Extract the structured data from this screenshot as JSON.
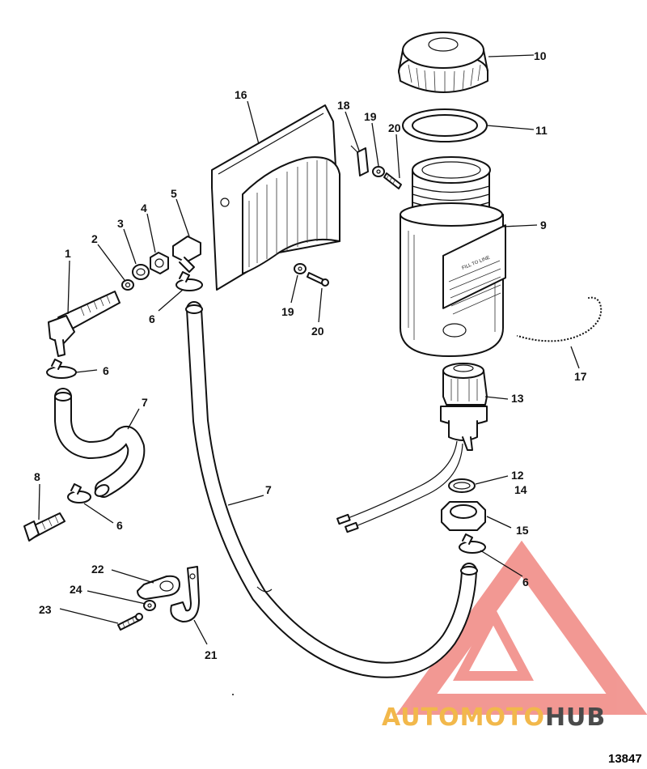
{
  "diagram": {
    "callouts": [
      {
        "id": "c1",
        "text": "1"
      },
      {
        "id": "c2",
        "text": "2"
      },
      {
        "id": "c3",
        "text": "3"
      },
      {
        "id": "c4",
        "text": "4"
      },
      {
        "id": "c5",
        "text": "5"
      },
      {
        "id": "c6a",
        "text": "6"
      },
      {
        "id": "c6b",
        "text": "6"
      },
      {
        "id": "c6c",
        "text": "6"
      },
      {
        "id": "c6d",
        "text": "6"
      },
      {
        "id": "c7a",
        "text": "7"
      },
      {
        "id": "c7b",
        "text": "7"
      },
      {
        "id": "c8",
        "text": "8"
      },
      {
        "id": "c9",
        "text": "9"
      },
      {
        "id": "c10",
        "text": "10"
      },
      {
        "id": "c11",
        "text": "11"
      },
      {
        "id": "c12",
        "text": "12"
      },
      {
        "id": "c13",
        "text": "13"
      },
      {
        "id": "c14",
        "text": "14"
      },
      {
        "id": "c15",
        "text": "15"
      },
      {
        "id": "c16",
        "text": "16"
      },
      {
        "id": "c17",
        "text": "17"
      },
      {
        "id": "c18",
        "text": "18"
      },
      {
        "id": "c19a",
        "text": "19"
      },
      {
        "id": "c19b",
        "text": "19"
      },
      {
        "id": "c20a",
        "text": "20"
      },
      {
        "id": "c20b",
        "text": "20"
      },
      {
        "id": "c21",
        "text": "21"
      },
      {
        "id": "c22",
        "text": "22"
      },
      {
        "id": "c23",
        "text": "23"
      },
      {
        "id": "c24",
        "text": "24"
      }
    ],
    "figure_number": "13847"
  },
  "watermark": {
    "word_light": "AUTOMOTO",
    "word_dark": "HUB",
    "colors": {
      "logo_red": "#e8453c",
      "text_light": "#f2b84b",
      "text_dark": "#4a4a4a"
    }
  }
}
